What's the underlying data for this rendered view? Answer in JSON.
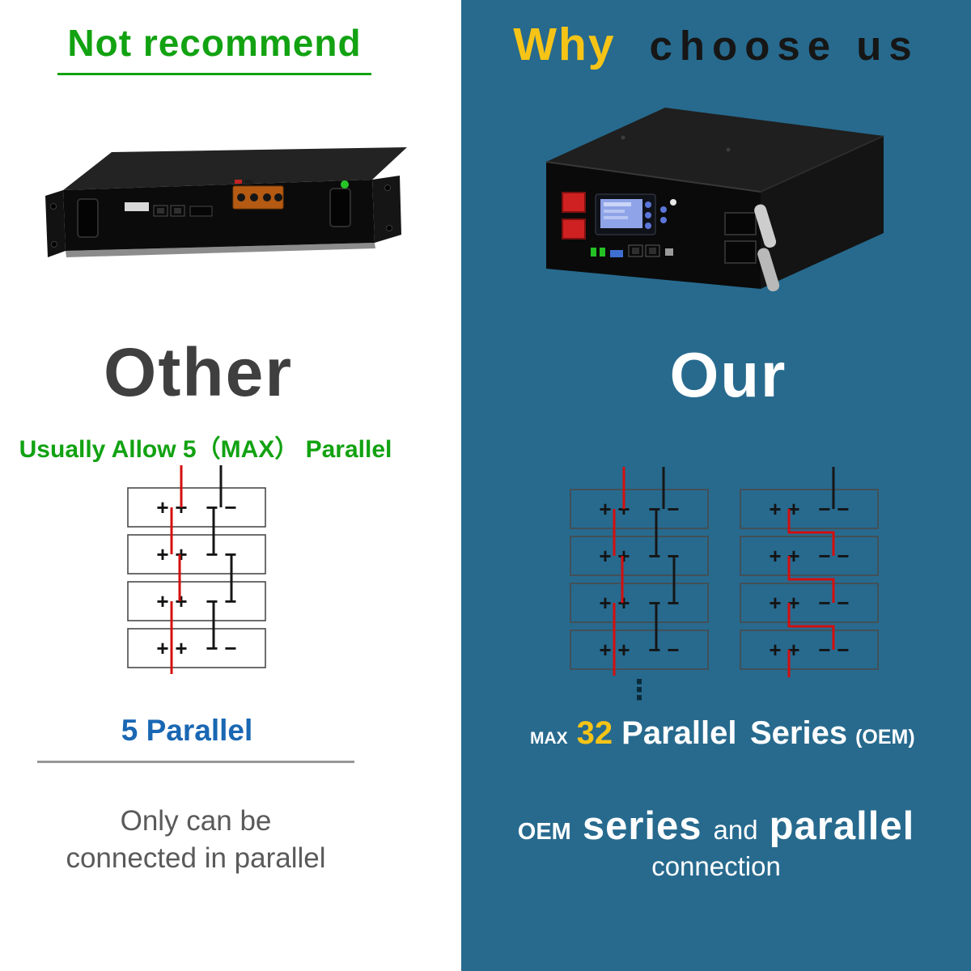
{
  "left": {
    "title": "Not recommend",
    "heading": "Other",
    "subheading": "Usually Allow 5（MAX） Parallel",
    "parallel_label": "5 Parallel",
    "note_line1": "Only can be",
    "note_line2": "connected in parallel"
  },
  "right": {
    "title_accent": "Why",
    "title_rest": "choose us",
    "heading": "Our",
    "max_label": "MAX",
    "max_value": "32",
    "parallel_label": "Parallel",
    "series_label": "Series",
    "series_note": "(OEM)",
    "oem_label": "OEM",
    "series_word": "series",
    "and_word": "and",
    "parallel_word": "parallel",
    "connection_word": "connection",
    "more_indicator": "⋮"
  },
  "diagram": {
    "terminals": [
      "+",
      "+",
      "−",
      "−"
    ],
    "left_parallel": {
      "boxes": 4,
      "type": "parallel",
      "box_fill": "#ffffff"
    },
    "right_parallel": {
      "boxes": 4,
      "type": "parallel",
      "box_fill": "none"
    },
    "right_series": {
      "boxes": 4,
      "type": "series",
      "box_fill": "none"
    }
  },
  "colors": {
    "green": "#12a212",
    "teal": "#276a8e",
    "yellow": "#f6c417",
    "blue": "#1a67b3",
    "heading_gray": "#3f3f3f",
    "note_gray": "#5a5a5a",
    "wire_red": "#d40f0f",
    "wire_black": "#161616",
    "box_stroke": "#4a4a4a"
  }
}
